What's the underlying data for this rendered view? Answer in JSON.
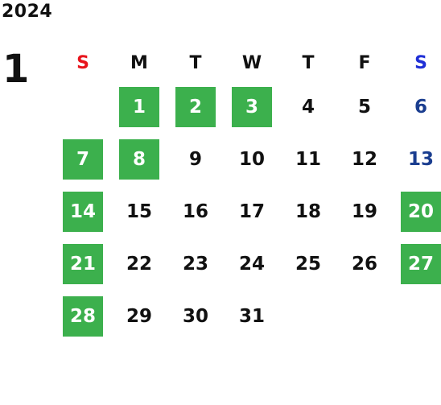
{
  "year": "2024",
  "month": "1",
  "weekdays": [
    "S",
    "M",
    "T",
    "W",
    "T",
    "F",
    "S"
  ],
  "colors": {
    "sunday_header": "#e8141c",
    "saturday_header": "#1f2fd6",
    "saturday_number": "#1a3d8f",
    "highlight_bg": "#3cb04d",
    "highlight_text": "#ffffff",
    "default_text": "#111111"
  },
  "first_weekday_index": 1,
  "days": [
    {
      "day": "1",
      "highlighted": true
    },
    {
      "day": "2",
      "highlighted": true
    },
    {
      "day": "3",
      "highlighted": true
    },
    {
      "day": "4",
      "highlighted": false
    },
    {
      "day": "5",
      "highlighted": false
    },
    {
      "day": "6",
      "highlighted": false
    },
    {
      "day": "7",
      "highlighted": true
    },
    {
      "day": "8",
      "highlighted": true
    },
    {
      "day": "9",
      "highlighted": false
    },
    {
      "day": "10",
      "highlighted": false
    },
    {
      "day": "11",
      "highlighted": false
    },
    {
      "day": "12",
      "highlighted": false
    },
    {
      "day": "13",
      "highlighted": false
    },
    {
      "day": "14",
      "highlighted": true
    },
    {
      "day": "15",
      "highlighted": false
    },
    {
      "day": "16",
      "highlighted": false
    },
    {
      "day": "17",
      "highlighted": false
    },
    {
      "day": "18",
      "highlighted": false
    },
    {
      "day": "19",
      "highlighted": false
    },
    {
      "day": "20",
      "highlighted": true
    },
    {
      "day": "21",
      "highlighted": true
    },
    {
      "day": "22",
      "highlighted": false
    },
    {
      "day": "23",
      "highlighted": false
    },
    {
      "day": "24",
      "highlighted": false
    },
    {
      "day": "25",
      "highlighted": false
    },
    {
      "day": "26",
      "highlighted": false
    },
    {
      "day": "27",
      "highlighted": true
    },
    {
      "day": "28",
      "highlighted": true
    },
    {
      "day": "29",
      "highlighted": false
    },
    {
      "day": "30",
      "highlighted": false
    },
    {
      "day": "31",
      "highlighted": false
    }
  ]
}
